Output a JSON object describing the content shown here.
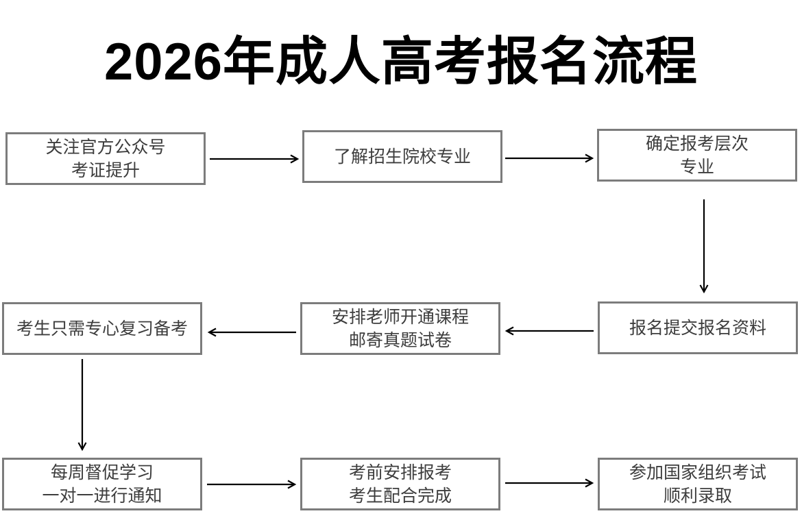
{
  "title": "2026年成人高考报名流程",
  "flow": {
    "steps": [
      {
        "order": 1,
        "lines": [
          "关注官方公众号",
          "考证提升"
        ]
      },
      {
        "order": 2,
        "lines": [
          "了解招生院校专业"
        ]
      },
      {
        "order": 3,
        "lines": [
          "确定报考层次",
          "专业"
        ]
      },
      {
        "order": 4,
        "lines": [
          "报名提交报名资料"
        ]
      },
      {
        "order": 5,
        "lines": [
          "安排老师开通课程",
          "邮寄真题试卷"
        ]
      },
      {
        "order": 6,
        "lines": [
          "考生只需专心复习备考"
        ]
      },
      {
        "order": 7,
        "lines": [
          "每周督促学习",
          "一对一进行通知"
        ]
      },
      {
        "order": 8,
        "lines": [
          "考前安排报考",
          "考生配合完成"
        ]
      },
      {
        "order": 9,
        "lines": [
          "参加国家组织考试",
          "顺利录取"
        ]
      }
    ],
    "arrows": [
      {
        "from": 1,
        "to": 2,
        "direction": "right"
      },
      {
        "from": 2,
        "to": 3,
        "direction": "right"
      },
      {
        "from": 3,
        "to": 4,
        "direction": "down"
      },
      {
        "from": 4,
        "to": 5,
        "direction": "left"
      },
      {
        "from": 5,
        "to": 6,
        "direction": "left"
      },
      {
        "from": 6,
        "to": 7,
        "direction": "down"
      },
      {
        "from": 7,
        "to": 8,
        "direction": "right"
      },
      {
        "from": 8,
        "to": 9,
        "direction": "right"
      }
    ]
  },
  "colors": {
    "title_text": "#000000",
    "box_border": "#7c7c7c",
    "box_text": "#3d3d3d",
    "arrow": "#000000",
    "background": "#ffffff"
  }
}
